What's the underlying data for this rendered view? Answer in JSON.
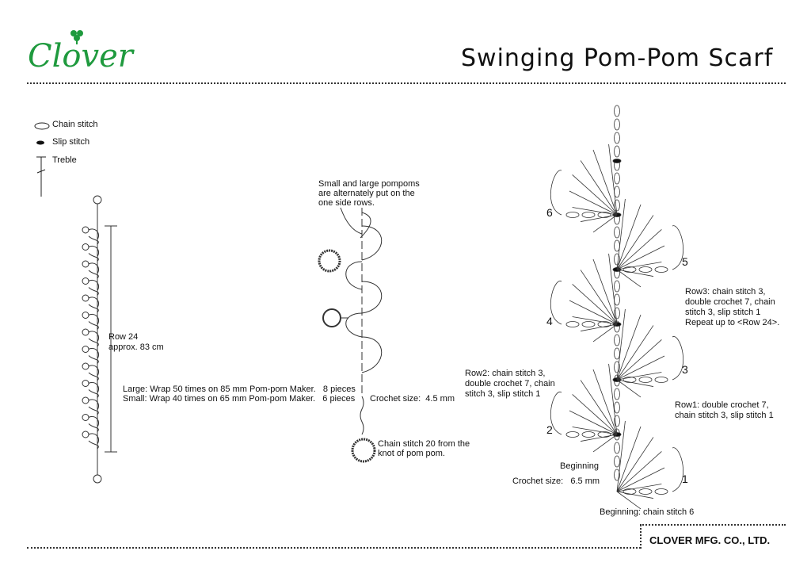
{
  "brand": {
    "logo_text": "Clover",
    "logo_color": "#1f9a3e"
  },
  "title": "Swinging Pom-Pom Scarf",
  "legend": {
    "chain": "Chain stitch",
    "slip": "Slip stitch",
    "treble": "Treble"
  },
  "scarf": {
    "row_label": "Row 24",
    "length_label": "approx. 83 cm",
    "large_note": "Large: Wrap 50 times on 85 mm Pom-pom Maker.   8 pieces",
    "small_note": "Small: Wrap 40 times on 65 mm Pom-pom Maker.   6 pieces"
  },
  "pompom": {
    "note_line1": "Small and large pompoms",
    "note_line2": "are alternately put on the",
    "note_line3": "one side rows.",
    "crochet_size": "Crochet size:  4.5 mm",
    "chain_note1": "Chain stitch 20 from the",
    "chain_note2": "knot of pom pom."
  },
  "chart": {
    "row_numbers": [
      "6",
      "5",
      "4",
      "3",
      "2",
      "1"
    ],
    "row3_1": "Row3: chain stitch 3,",
    "row3_2": "double crochet 7, chain",
    "row3_3": "stitch 3, slip stitch 1",
    "row3_4": "Repeat up to <Row 24>.",
    "row2_1": "Row2: chain stitch 3,",
    "row2_2": "double crochet 7, chain",
    "row2_3": "stitch 3, slip stitch 1",
    "row1_1": "Row1: double crochet 7,",
    "row1_2": "chain stitch 3, slip stitch 1",
    "beginning": "Beginning",
    "crochet_size": "Crochet size:   6.5 mm",
    "beginning_chain": "Beginning: chain stitch 6"
  },
  "footer": {
    "company": "CLOVER MFG. CO., LTD."
  }
}
